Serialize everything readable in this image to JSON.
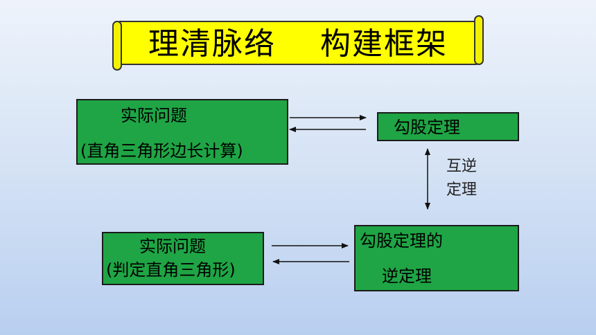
{
  "title": "理清脉络    构建框架",
  "boxes": {
    "problem1": {
      "line1": "实际问题",
      "line2": "(直角三角形边长计算)"
    },
    "theorem": {
      "label": "勾股定理"
    },
    "problem2": {
      "line1": "实际问题",
      "line2": "(判定直角三角形)"
    },
    "converse": {
      "line1": "勾股定理的",
      "line2": "逆定理"
    }
  },
  "relation": {
    "line1": "互逆",
    "line2": "定理"
  },
  "colors": {
    "box_fill": "#1fa545",
    "scroll_fill": "#ffff00"
  }
}
